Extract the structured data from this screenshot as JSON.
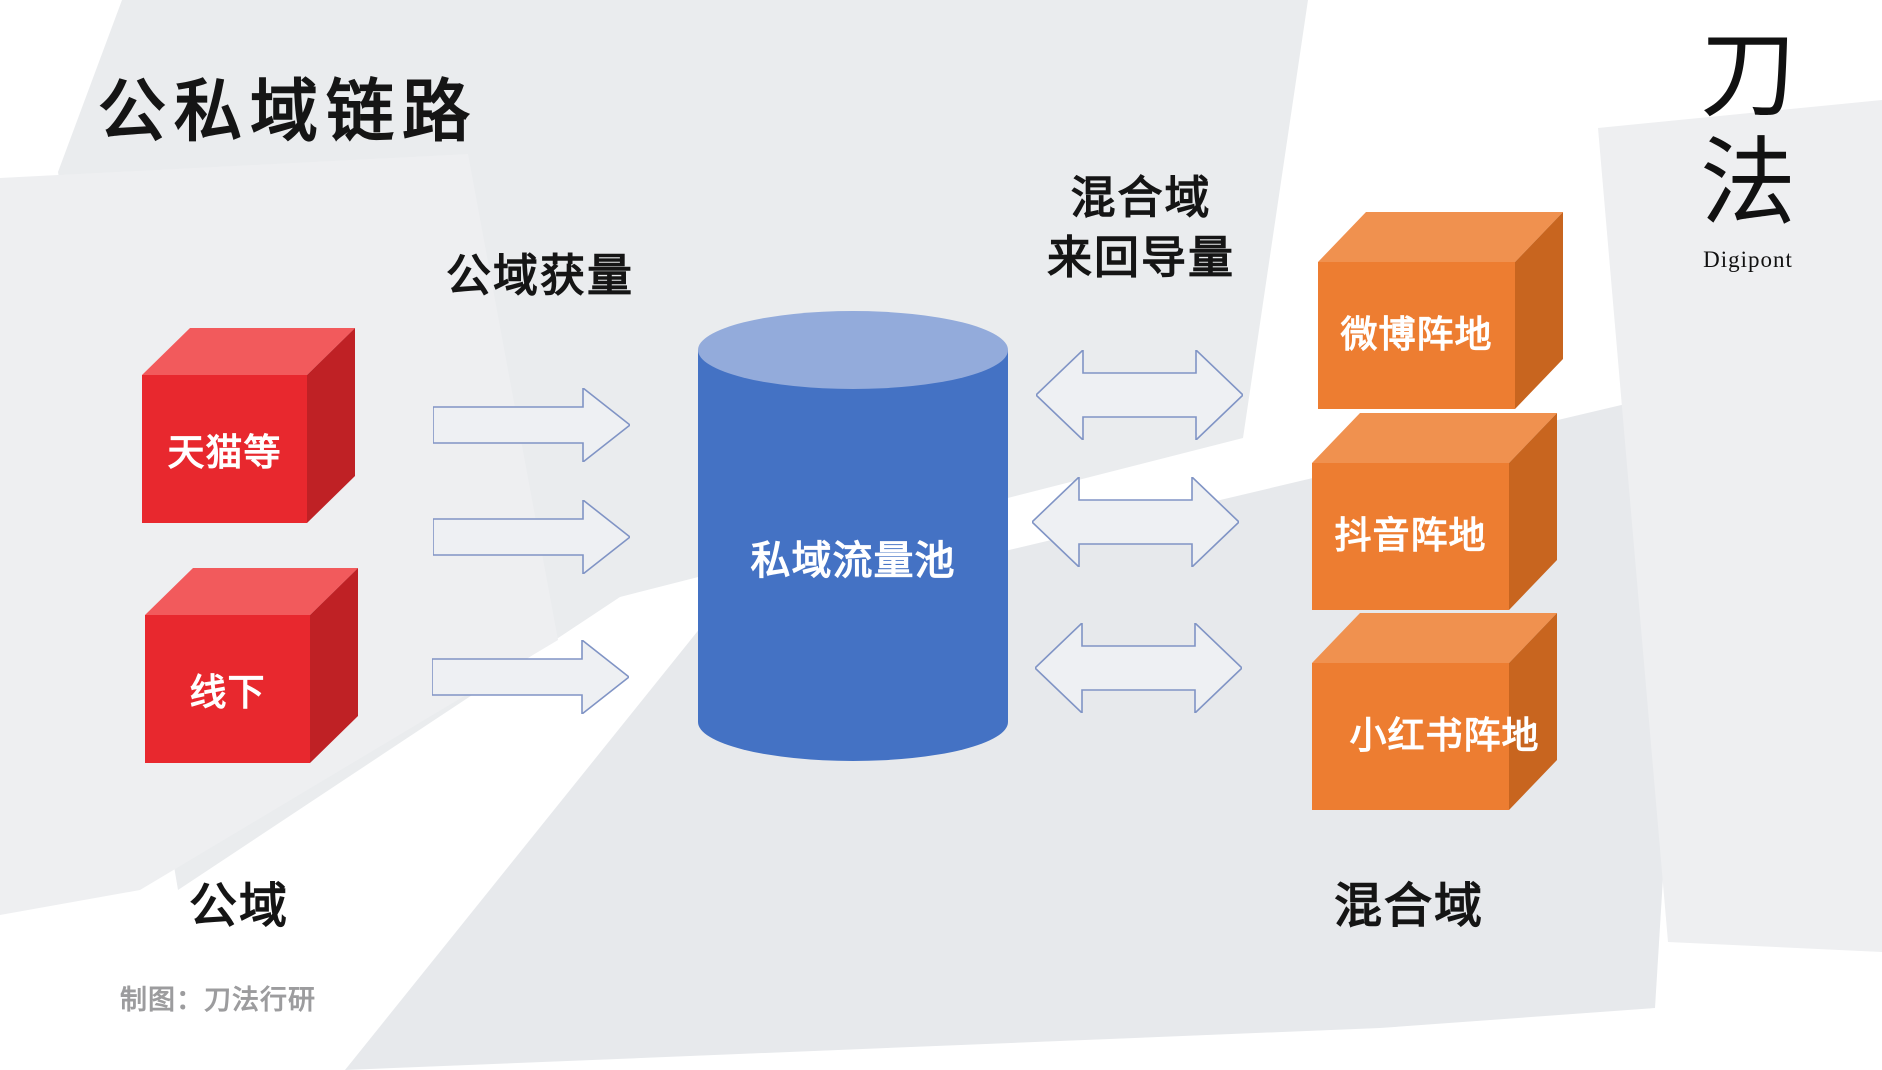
{
  "title": "公私域链路",
  "logo": {
    "line1": "刀",
    "line2": "法",
    "subtitle": "Digipont"
  },
  "flow_labels": {
    "acquire": "公域获量",
    "mixed_line1": "混合域",
    "mixed_line2": "来回导量"
  },
  "zone_labels": {
    "public": "公域",
    "mixed": "混合域"
  },
  "credit": "制图：刀法行研",
  "nodes": {
    "public_channels": [
      {
        "label": "天猫等"
      },
      {
        "label": "线下"
      }
    ],
    "private_pool": {
      "label": "私域流量池"
    },
    "mixed_channels": [
      {
        "label": "微博阵地"
      },
      {
        "label": "抖音阵地"
      },
      {
        "label": "小红书阵地"
      }
    ]
  },
  "colors": {
    "red_front": "#E8282E",
    "red_top": "#F25A5C",
    "red_side": "#BF2125",
    "orange_front": "#ED7D31",
    "orange_top": "#F0914F",
    "orange_side": "#C8651F",
    "cylinder_body": "#4472C4",
    "cylinder_top": "#93ABDB",
    "arrow_stroke": "#8094C5",
    "arrow_fill": "#EEF0F3",
    "bg_shape": "#EAECEE",
    "bg_shape_light": "#EEEFF1",
    "bg_shape_dark": "#E7E9EC",
    "text_dark": "#151515",
    "credit_gray": "#9C9C9E"
  }
}
